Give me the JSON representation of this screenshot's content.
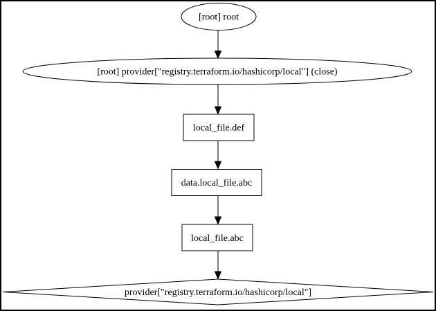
{
  "diagram": {
    "colors": {
      "background": "#ffffff",
      "stroke": "#000000",
      "text": "#000000"
    },
    "nodes": [
      {
        "shape": "ellipse",
        "label": "[root] root"
      },
      {
        "shape": "ellipse",
        "label": "[root] provider[\"registry.terraform.io/hashicorp/local\"] (close)"
      },
      {
        "shape": "box",
        "label": "local_file.def"
      },
      {
        "shape": "box",
        "label": "data.local_file.abc"
      },
      {
        "shape": "box",
        "label": "local_file.abc"
      },
      {
        "shape": "diamond",
        "label": "provider[\"registry.terraform.io/hashicorp/local\"]"
      }
    ],
    "edges": [
      {
        "from": "[root] root",
        "to": "[root] provider[\"registry.terraform.io/hashicorp/local\"] (close)"
      },
      {
        "from": "[root] provider[\"registry.terraform.io/hashicorp/local\"] (close)",
        "to": "local_file.def"
      },
      {
        "from": "local_file.def",
        "to": "data.local_file.abc"
      },
      {
        "from": "data.local_file.abc",
        "to": "local_file.abc"
      },
      {
        "from": "local_file.abc",
        "to": "provider[\"registry.terraform.io/hashicorp/local\"]"
      }
    ]
  }
}
